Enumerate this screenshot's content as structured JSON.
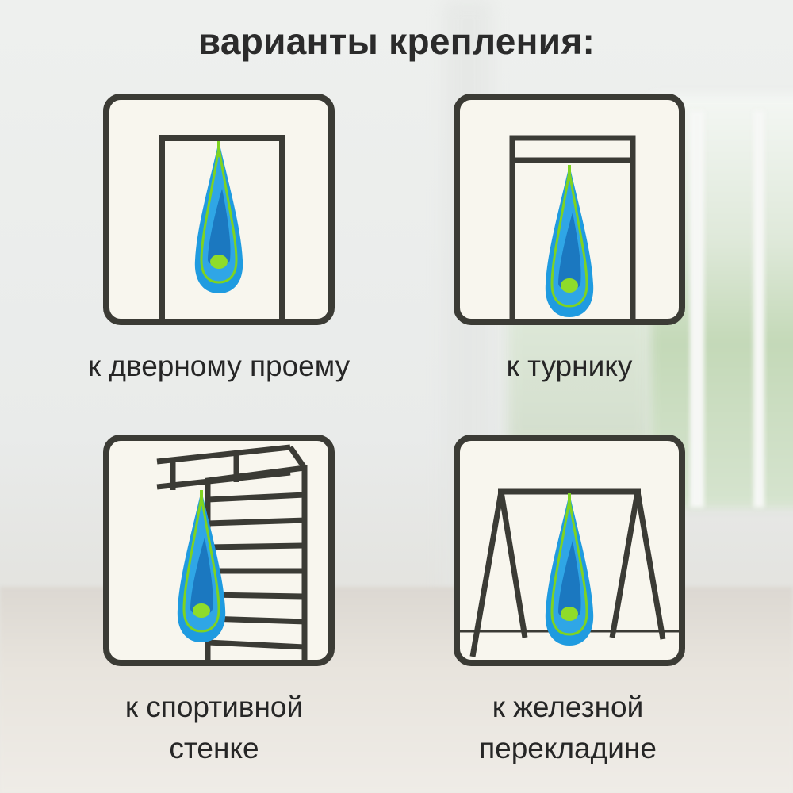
{
  "title": "варианты крепления:",
  "options": [
    {
      "caption": "к дверному проему"
    },
    {
      "caption": "к турнику"
    },
    {
      "caption_line1": "к спортивной",
      "caption_line2": "стенке"
    },
    {
      "caption_line1": "к железной",
      "caption_line2": "перекладине"
    }
  ],
  "colors": {
    "outline": "#3b3b35",
    "card_fill": "#f8f6ee",
    "pod_blue": "#1f9be0",
    "pod_green": "#7ed321"
  }
}
